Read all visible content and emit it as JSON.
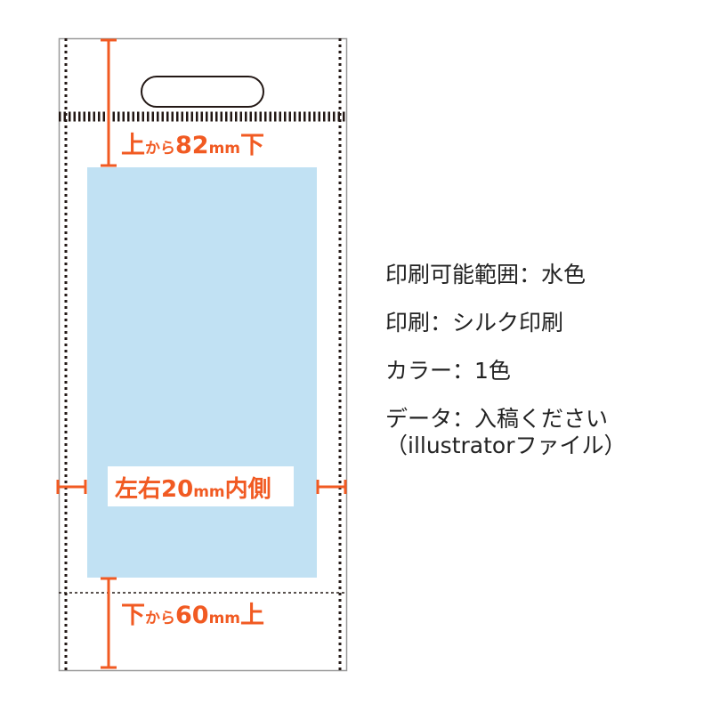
{
  "colors": {
    "accent": "#f15a22",
    "print_area": "#c1e1f3",
    "outline": "#999999",
    "stitch": "#231815"
  },
  "labels": {
    "top": {
      "a": "上",
      "b": "から",
      "c": "82",
      "d": "mm",
      "e": "下"
    },
    "side": {
      "a": "左右20",
      "b": "mm",
      "c": "内側"
    },
    "bottom": {
      "a": "下",
      "b": "から",
      "c": "60",
      "d": "mm",
      "e": "上"
    }
  },
  "info": [
    "印刷可能範囲：水色",
    "印刷：シルク印刷",
    "カラー：1色",
    "データ：入稿ください",
    "（illustratorファイル）"
  ]
}
